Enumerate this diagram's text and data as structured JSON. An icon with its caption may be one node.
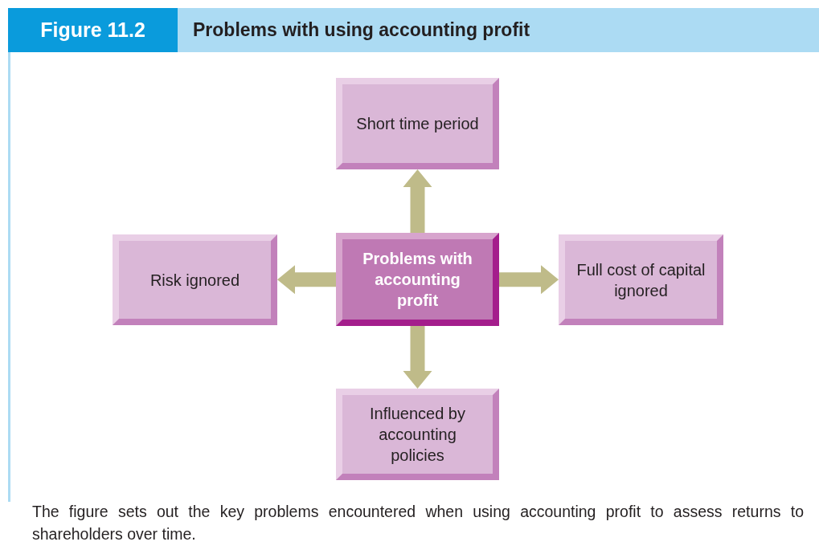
{
  "diagram": {
    "title": "Problems with using accounting profit",
    "caption": "The figure sets out the key problems encountered when using accounting profit to assess returns to shareholders over time.",
    "nodes": [
      {
        "text": [
          "Problems with accounting profit"
        ]
      },
      {
        "text": [
          "Short time period"
        ]
      },
      {
        "text": [
          "Risk ignored"
        ]
      },
      {
        "text": [
          "Full cost of capital ignored"
        ]
      },
      {
        "text": [
          "Influenced by accounting policies"
        ]
      }
    ],
    "edges": [
      {
        "from": 0,
        "to": 1,
        "arrow": "to"
      },
      {
        "from": 0,
        "to": 2,
        "arrow": "to"
      },
      {
        "from": 0,
        "to": 3,
        "arrow": "to"
      },
      {
        "from": 0,
        "to": 4,
        "arrow": "to"
      }
    ],
    "labels": [
      "Figure 11.2"
    ]
  }
}
